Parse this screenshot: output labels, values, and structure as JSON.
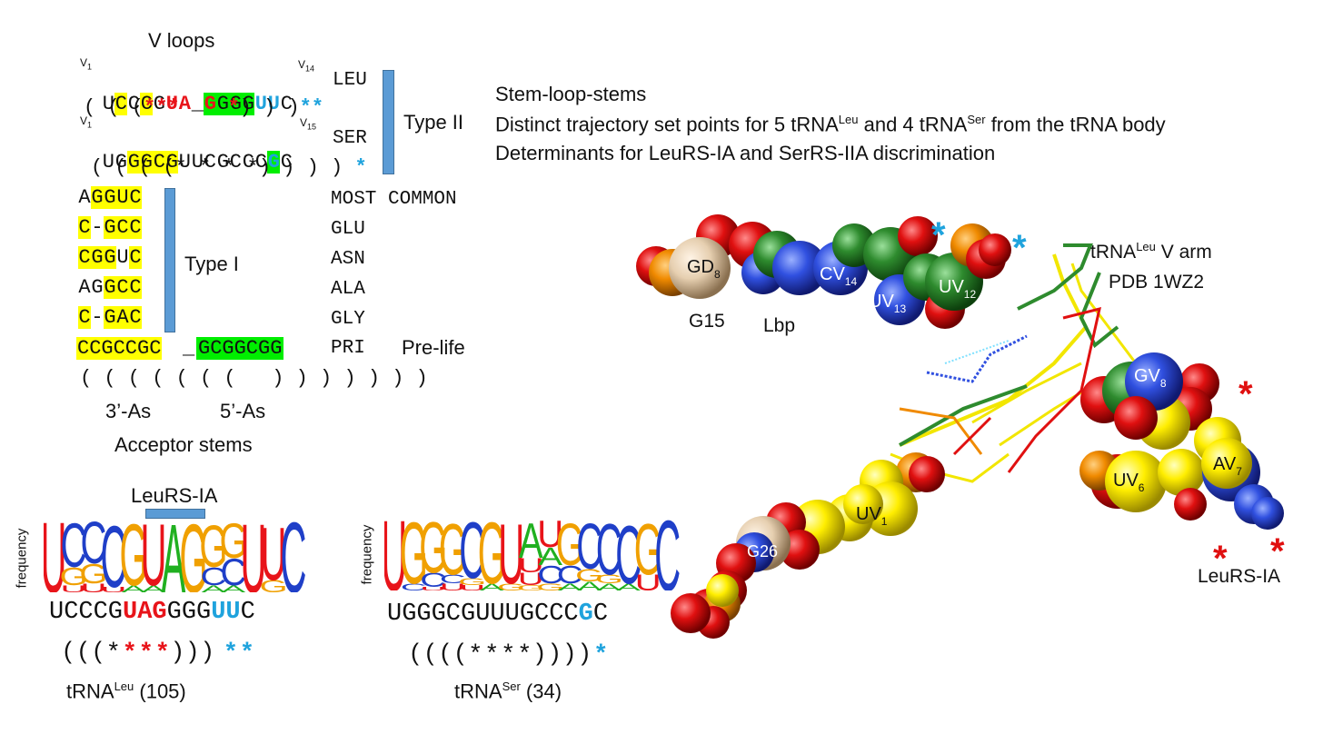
{
  "vloops": {
    "title": "V loops",
    "v1_a": "V1",
    "v14": "V14",
    "v1_b": "V1",
    "v15": "V15",
    "leu_seq": [
      "U",
      "C",
      "C",
      "C",
      "G",
      "U",
      "A",
      "_",
      "G",
      "G",
      "G",
      "G",
      "U",
      "U",
      "C"
    ],
    "leu_struct": "( ( ( * * *   * ) ) ) * *",
    "ser_seq": [
      "U",
      "G",
      "G",
      "G",
      "C",
      "G",
      "U",
      "U",
      "C",
      "G",
      "C",
      "C",
      "C",
      "G",
      "C"
    ],
    "ser_struct": "( ( ( ( * * * * ) ) ) ) *",
    "leu_code": "LEU",
    "ser_code": "SER",
    "type2": "Type II"
  },
  "acceptor": {
    "rows": [
      {
        "seq": "AGGUC",
        "code": "MOST COMMON"
      },
      {
        "seq": "C-GCC",
        "code": "GLU"
      },
      {
        "seq": "CGGUC",
        "code": "ASN"
      },
      {
        "seq": "AGGCC",
        "code": "ALA"
      },
      {
        "seq": "C-GAC",
        "code": "GLY"
      }
    ],
    "pri_left": "CCGCCGC",
    "pri_right": "GCGGCGG",
    "pri_code": "PRI",
    "pre_life": "Pre-life",
    "type1": "Type I",
    "struct": "( ( ( ( ( ( (   ) ) ) ) ) ) )",
    "three_as": "3’-As",
    "five_as": "5’-As",
    "caption": "Acceptor stems"
  },
  "notes": [
    "Stem-loop-stems",
    "Distinct trajectory set points for 5 tRNA",
    "Determinants for LeuRS-IA and SerRS-IIA discrimination"
  ],
  "notes_parts": {
    "leu_sup": "Leu",
    "and4": " and 4 tRNA",
    "ser_sup": "Ser",
    "tail": " from the tRNA body"
  },
  "logo_leu": {
    "bracket_label": "LeuRS-IA",
    "ylabel": "frequency",
    "seq_before": "UCCCG",
    "seq_red": "UAG",
    "seq_mid": "GGG",
    "seq_cyan": "UU",
    "seq_end": "C",
    "struct_open": "( ( ( *",
    "struct_red": "* * *",
    "struct_close": ") ) )",
    "struct_cyan": "* *",
    "name": "tRNA",
    "sup": "Leu",
    "count": " (105)",
    "letters": [
      "U",
      "C",
      "C",
      "C",
      "G",
      "U",
      "A",
      "G",
      "G",
      "G",
      "U",
      "U",
      "C"
    ]
  },
  "logo_ser": {
    "ylabel": "frequency",
    "seq_before": "UGGGCGUUUGCCC",
    "seq_cyan": "G",
    "seq_end": "C",
    "struct_open": "( ( ( ( * * * * ) ) ) )",
    "struct_cyan": "*",
    "name": "tRNA",
    "sup": "Ser",
    "count": " (34)",
    "letters": [
      "U",
      "G",
      "G",
      "G",
      "C",
      "G",
      "U",
      "A",
      "U",
      "G",
      "C",
      "C",
      "C",
      "G",
      "C"
    ]
  },
  "structure": {
    "title_a": "tRNA",
    "title_sup": "Leu",
    "title_b": " V arm",
    "pdb": "PDB 1WZ2",
    "labels": {
      "gd8": "GD",
      "gd8_sub": "8",
      "cv14": "CV",
      "cv14_sub": "14",
      "uv13": "UV",
      "uv13_sub": "13",
      "uv12": "UV",
      "uv12_sub": "12",
      "g15": "G15",
      "lbp": "Lbp",
      "gv8": "GV",
      "gv8_sub": "8",
      "uv6": "UV",
      "uv6_sub": "6",
      "av7": "AV",
      "av7_sub": "7",
      "uv1": "UV",
      "uv1_sub": "1",
      "g26": "G26",
      "leurs": "LeuRS-IA"
    }
  },
  "colors": {
    "yellow": "#ffff00",
    "green": "#00ee00",
    "red": "#e8141a",
    "cyan": "#1fa3dd",
    "bar": "#5b9bd5"
  }
}
